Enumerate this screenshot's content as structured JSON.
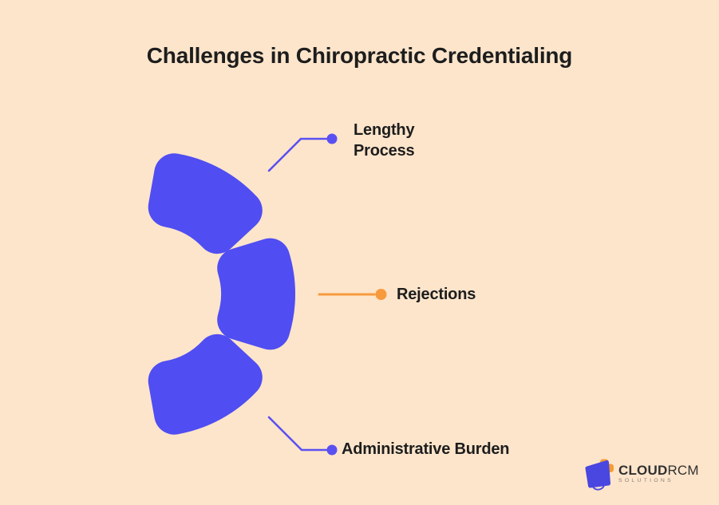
{
  "title": "Challenges in Chiropractic Credentialing",
  "callouts": [
    {
      "label": "Lengthy Process",
      "connector_color": "#5A50F2"
    },
    {
      "label": "Rejections",
      "connector_color": "#F79A3D"
    },
    {
      "label": "Administrative Burden",
      "connector_color": "#5A50F2"
    }
  ],
  "donut": {
    "segment_count": 3,
    "segment_color": "#504DF2",
    "orientation": "right-half ring, three rounded segments"
  },
  "colors": {
    "background": "#FDE5CB",
    "primary_blue": "#504DF2",
    "connector_blue": "#5A50F2",
    "accent_orange": "#F79A3D",
    "text_dark": "#1D1D1D",
    "logo_text": "#303030",
    "logo_subtitle": "#8A8075",
    "logo_cloud_blue": "#4A46E0",
    "logo_cross_orange": "#F59C33"
  },
  "logo": {
    "brand_bold": "CLOUD",
    "brand_light": "RCM",
    "subtitle": "SOLUTIONS"
  }
}
